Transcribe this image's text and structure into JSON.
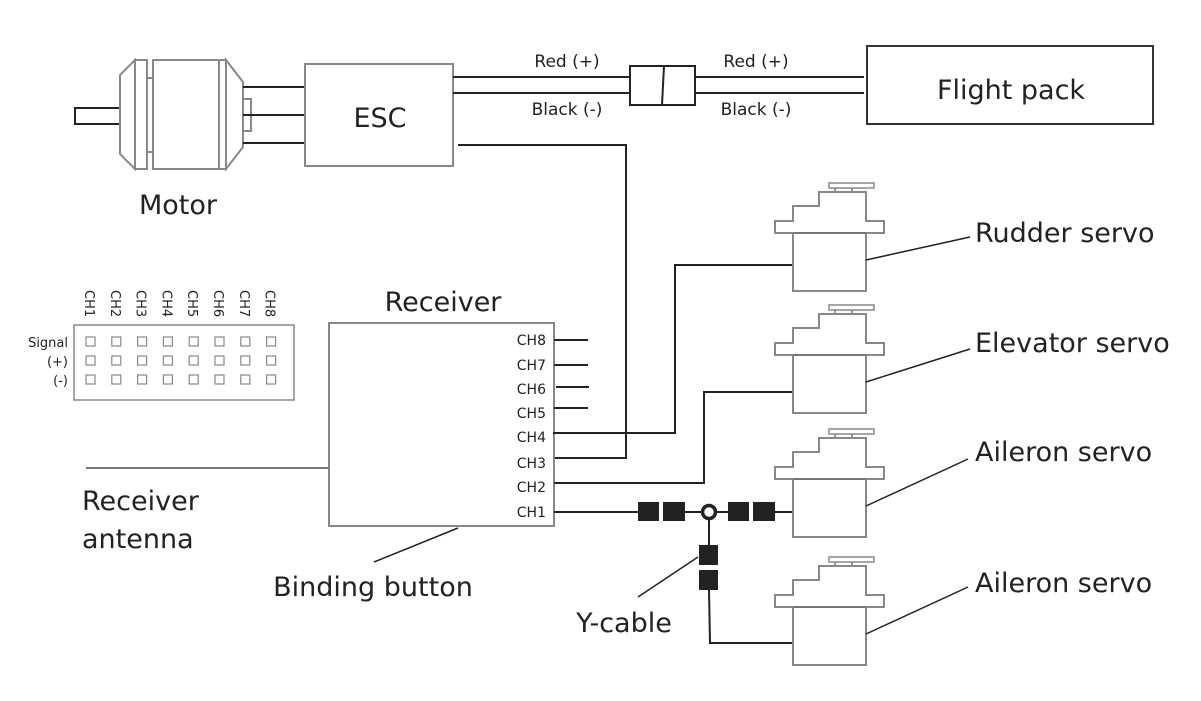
{
  "diagram": {
    "motor_label": "Motor",
    "esc_label": "ESC",
    "flight_pack_label": "Flight pack",
    "wires": {
      "red_left": "Red (+)",
      "black_left": "Black (-)",
      "red_right": "Red (+)",
      "black_right": "Black (-)"
    },
    "receiver": {
      "title": "Receiver",
      "channels": [
        "CH8",
        "CH7",
        "CH6",
        "CH5",
        "CH4",
        "CH3",
        "CH2",
        "CH1"
      ],
      "antenna_label_line1": "Receiver",
      "antenna_label_line2": "antenna",
      "binding_button_label": "Binding button"
    },
    "pin_header": {
      "columns": [
        "CH1",
        "CH2",
        "CH3",
        "CH4",
        "CH5",
        "CH6",
        "CH7",
        "CH8"
      ],
      "rows": [
        "Signal",
        "(+)",
        "(-)"
      ]
    },
    "servos": [
      {
        "label": "Rudder servo",
        "channel": "CH4"
      },
      {
        "label": "Elevator servo",
        "channel": "CH2"
      },
      {
        "label": "Aileron servo",
        "channel": "CH1"
      },
      {
        "label": "Aileron servo",
        "channel": "CH1"
      }
    ],
    "y_cable_label": "Y-cable",
    "esc_signal_channel": "CH3"
  }
}
